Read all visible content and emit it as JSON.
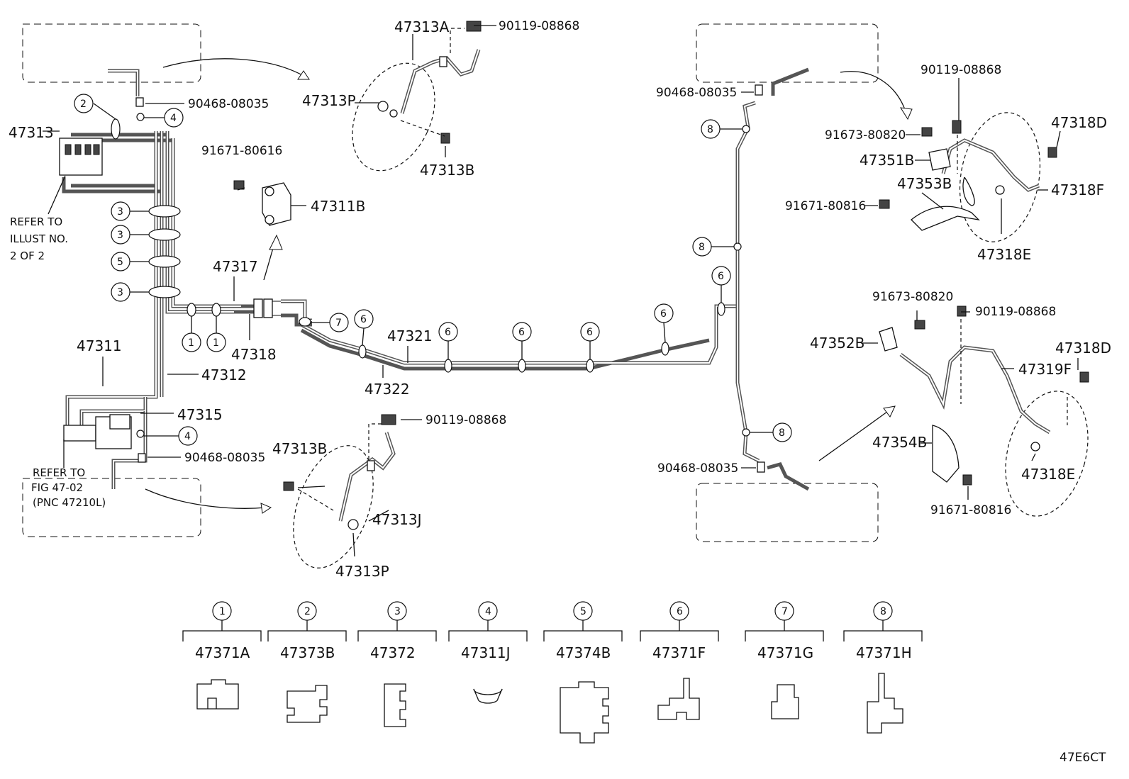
{
  "parts": {
    "p47313A": "47313A",
    "p90119_top": "90119-08868",
    "p47313P_top": "47313P",
    "p47313B_top": "47313B",
    "p90468_tl": "90468-08035",
    "p47313": "47313",
    "p91671_80616": "91671-80616",
    "p47311B": "47311B",
    "p47317": "47317",
    "p47318": "47318",
    "p47311": "47311",
    "p47312": "47312",
    "p47315": "47315",
    "p90468_bl": "90468-08035",
    "p47313B_bot": "47313B",
    "p90119_bot": "90119-08868",
    "p47313J": "47313J",
    "p47313P_bot": "47313P",
    "p47321": "47321",
    "p47322": "47322",
    "p90468_tr": "90468-08035",
    "p90468_br": "90468-08035",
    "p90119_r1": "90119-08868",
    "p91673_r1": "91673-80820",
    "p47351B": "47351B",
    "p47353B": "47353B",
    "p91671_r1": "91671-80816",
    "p47318D_r1": "47318D",
    "p47318F": "47318F",
    "p47318E_r1": "47318E",
    "p91673_r2": "91673-80820",
    "p90119_r2": "90119-08868",
    "p47352B": "47352B",
    "p47318D_r2": "47318D",
    "p47319F": "47319F",
    "p47354B": "47354B",
    "p47318E_r2": "47318E",
    "p91671_r2": "91671-80816"
  },
  "notes": {
    "refer_illust_1": "REFER TO",
    "refer_illust_2": "ILLUST NO.",
    "refer_illust_3": "2 OF 2",
    "refer_fig_1": "REFER TO",
    "refer_fig_2": "FIG 47-02",
    "refer_fig_3": "(PNC 47210L)"
  },
  "callouts": {
    "c1": "1",
    "c2": "2",
    "c3": "3",
    "c4": "4",
    "c5": "5",
    "c6": "6",
    "c7": "7",
    "c8": "8"
  },
  "legend": [
    {
      "num": "1",
      "part": "47371A"
    },
    {
      "num": "2",
      "part": "47373B"
    },
    {
      "num": "3",
      "part": "47372"
    },
    {
      "num": "4",
      "part": "47311J"
    },
    {
      "num": "5",
      "part": "47374B"
    },
    {
      "num": "6",
      "part": "47371F"
    },
    {
      "num": "7",
      "part": "47371G"
    },
    {
      "num": "8",
      "part": "47371H"
    }
  ],
  "diagram_code": "47E6CT"
}
